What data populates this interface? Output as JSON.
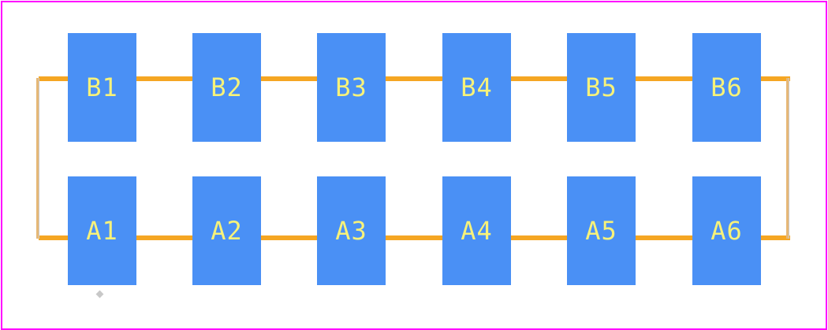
{
  "colors": {
    "outline": "#ff00ff",
    "trace": "#f5a623",
    "pad": "#4a90f5",
    "label": "#f7f27a",
    "background": "#ffffff"
  },
  "rows": {
    "top": [
      {
        "label": "B1"
      },
      {
        "label": "B2"
      },
      {
        "label": "B3"
      },
      {
        "label": "B4"
      },
      {
        "label": "B5"
      },
      {
        "label": "B6"
      }
    ],
    "bottom": [
      {
        "label": "A1"
      },
      {
        "label": "A2"
      },
      {
        "label": "A3"
      },
      {
        "label": "A4"
      },
      {
        "label": "A5"
      },
      {
        "label": "A6"
      }
    ]
  }
}
